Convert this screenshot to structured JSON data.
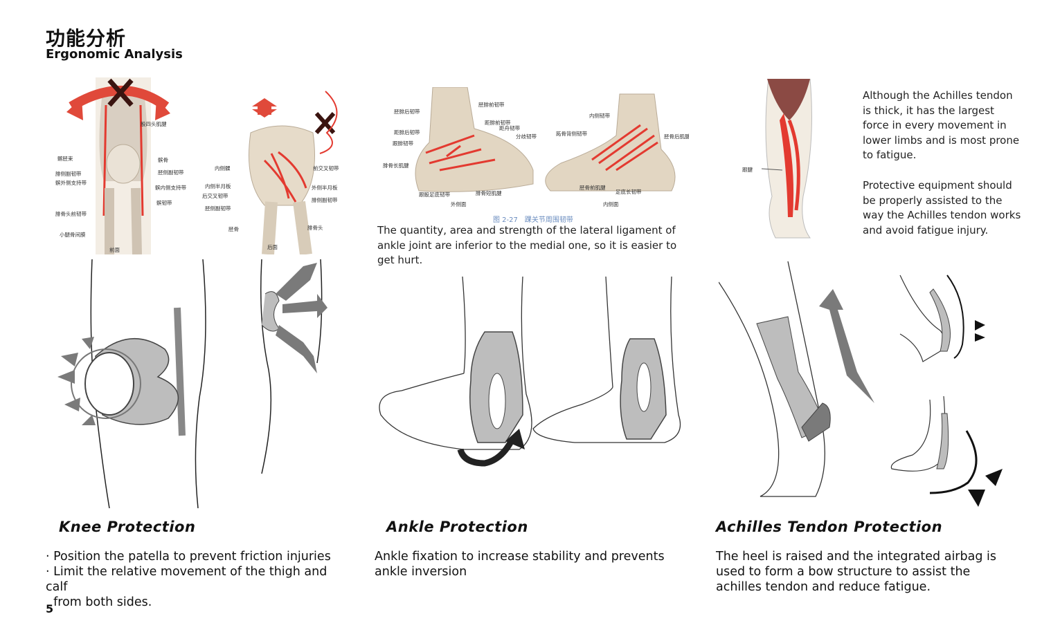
{
  "header": {
    "title_cn": "功能分析",
    "title_en": "Ergonomic Analysis"
  },
  "colors": {
    "ligament_red": "#e33a30",
    "arrow_red": "#e0493a",
    "cross_dark": "#3a1410",
    "device_gray": "#bdbdbd",
    "arrow_gray": "#7a7a7a",
    "caption_blue": "#6a8cbf"
  },
  "knee": {
    "front_labels": [
      "股四头肌腱",
      "髌骨",
      "髌韧带",
      "胫侧副韧带",
      "腓侧副韧带",
      "髌外侧支持带",
      "髌内侧支持带",
      "髂胫束",
      "腓骨头前韧带",
      "小腿骨间膜"
    ],
    "front_caption": "前面",
    "back_labels": [
      "内侧髁",
      "内侧半月板",
      "后交叉韧带",
      "胫侧副韧带",
      "前交叉韧带",
      "外侧半月板",
      "腓侧副韧带",
      "胫骨",
      "腓骨头"
    ],
    "back_caption": "后面",
    "heading": "Knee Protection",
    "bullets": [
      "· Position the patella to prevent friction injuries",
      "· Limit the relative movement of the thigh and calf",
      "  from both sides."
    ]
  },
  "ankle": {
    "lateral_labels": [
      "胫腓前韧带",
      "胫腓后韧带",
      "距腓前韧带",
      "距腓后韧带",
      "跟腓韧带",
      "距舟韧带",
      "分歧韧带",
      "腓骨长肌腱",
      "跟骰足底韧带",
      "腓骨短肌腱"
    ],
    "lateral_caption": "外侧面",
    "medial_labels": [
      "内侧韧带",
      "跖骨背侧韧带",
      "胫骨后肌腱",
      "胫骨前肌腱",
      "足底长韧带"
    ],
    "medial_caption": "内侧面",
    "figure_caption": "图 2-27　踝关节周围韧带",
    "note": "The quantity, area and strength of the lateral ligament of ankle joint are inferior to the medial one, so it is easier to get hurt.",
    "heading": "Ankle Protection",
    "body": "Ankle fixation to increase stability and prevents ankle inversion"
  },
  "achilles": {
    "image_label": "跟腱",
    "note1": "Although the Achilles tendon is thick, it has the largest force in every movement in lower limbs and is most prone to fatigue.",
    "note2": "Protective equipment should be properly assisted to the way the Achilles tendon works and avoid fatigue injury.",
    "heading": "Achilles Tendon Protection",
    "body": "The heel is raised and the integrated airbag is used to form a bow structure to assist the achilles tendon and reduce fatigue."
  },
  "footer": {
    "page_number": "5"
  }
}
